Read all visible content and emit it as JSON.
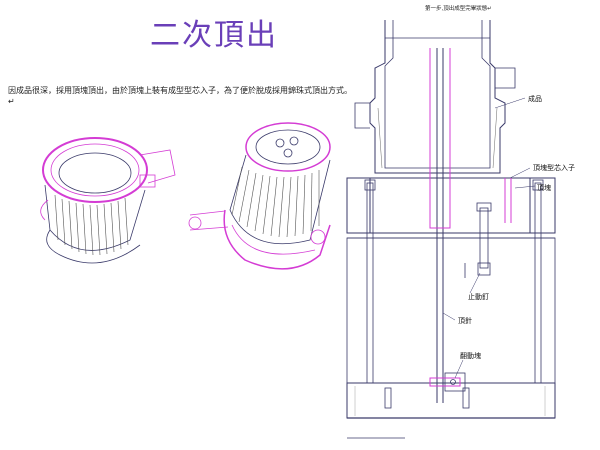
{
  "slide": {
    "title": "二次頂出",
    "description": "因成品很深，採用頂塊頂出，由於頂塊上裝有成型型芯入子，為了便於脫成採用錦珠式頂出方式。↵"
  },
  "diagram": {
    "step_title": "第一步,頂出成型完畢狀態↵",
    "labels": {
      "product": "成品",
      "core_insert": "頂塊型芯入子",
      "ejector_block": "頂塊",
      "stop_pin": "止動釘",
      "ejector_pin": "頂針",
      "linkage_block": "翻動塊"
    }
  },
  "colors": {
    "line": "#3a3a6a",
    "magenta": "#d43cd4",
    "title": "#6a3fb8"
  }
}
